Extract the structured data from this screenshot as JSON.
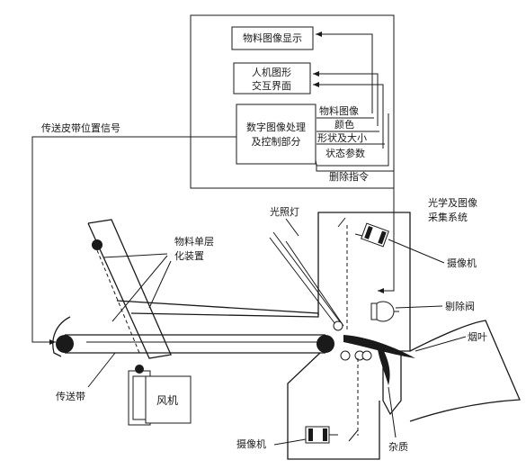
{
  "control": {
    "display": "物料图像显示",
    "hmi_line1": "人机图形",
    "hmi_line2": "交互界面",
    "dip_line1": "数字图像处理",
    "dip_line2": "及控制部分",
    "params": [
      "物料图像",
      "颜色",
      "形状及大小",
      "状态参数"
    ],
    "delete_cmd": "删除指令"
  },
  "signal": {
    "belt_position": "传送皮带位置信号"
  },
  "optical": {
    "title_line1": "光学及图像",
    "title_line2": "采集系统",
    "lamp": "光照灯",
    "camera_top": "摄像机",
    "camera_bottom": "摄像机",
    "valve": "剔除阀",
    "leaf": "烟叶",
    "impurity": "杂质"
  },
  "mechanical": {
    "layering_line1": "物料单层",
    "layering_line2": "化装置",
    "belt": "传送带",
    "fan": "风机"
  }
}
